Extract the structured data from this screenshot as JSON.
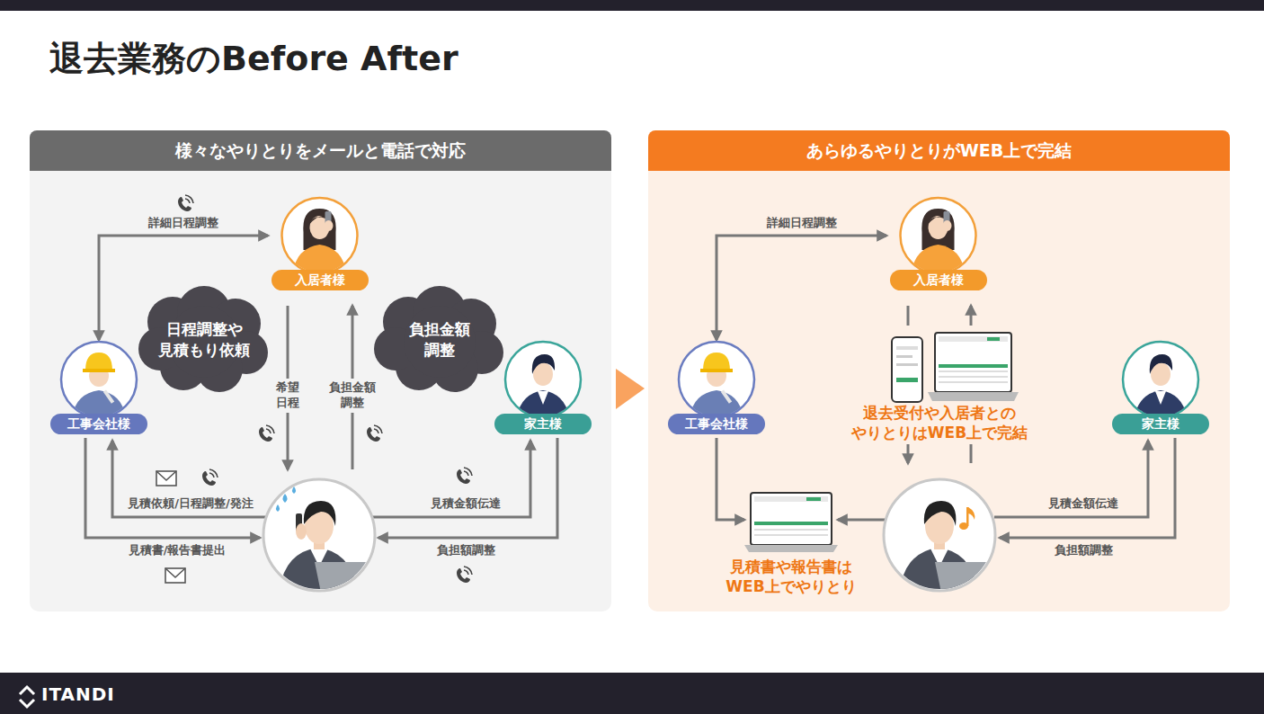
{
  "diagram": {
    "title": "退去業務のBefore After",
    "nodes": [
      {
        "text": [
          "様々なやりとりをメールと電話で対応"
        ]
      },
      {
        "text": [
          "入居者様"
        ],
        "in": 0
      },
      {
        "text": [
          "工事会社様"
        ],
        "in": 0
      },
      {
        "text": [
          "家主様"
        ],
        "in": 0
      },
      {
        "text": [
          "日程調整や 見積もり依頼"
        ],
        "in": 0
      },
      {
        "text": [
          "負担金額 調整"
        ],
        "in": 0
      },
      {
        "text": [
          "あらゆるやりとりがWEB上で完結"
        ]
      },
      {
        "text": [
          "入居者様"
        ],
        "in": 6
      },
      {
        "text": [
          "工事会社様"
        ],
        "in": 6
      },
      {
        "text": [
          "家主様"
        ],
        "in": 6
      }
    ],
    "edges": [
      {
        "from": 2,
        "to": 1,
        "arrow": "both",
        "label": "詳細日程調整"
      },
      {
        "from": 8,
        "to": 7,
        "arrow": "both",
        "label": "詳細日程調整"
      }
    ],
    "labels": [
      "希望 日程",
      "負担金額 調整",
      "見積依頼/日程調整/発注",
      "見積書/報告書提出",
      "見積金額伝達",
      "負担額調整",
      "退去受付や入居者との やりとりはWEB上で完結",
      "見積書や報告書は WEB上でやりとり",
      "見積金額伝達",
      "負担額調整",
      "ITANDI"
    ]
  }
}
